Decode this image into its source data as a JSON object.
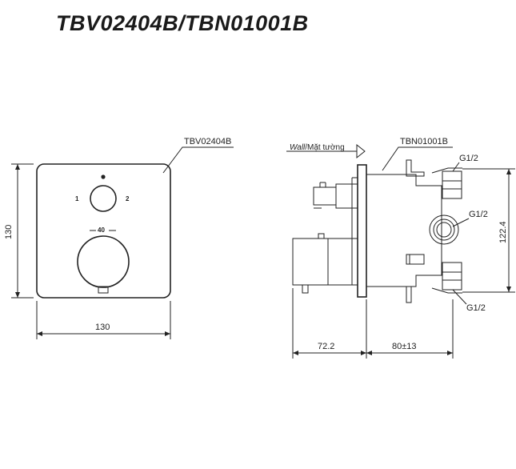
{
  "title": "TBV02404B/TBN01001B",
  "front_view": {
    "part_label": "TBV02404B",
    "width_dim": "130",
    "height_dim": "130",
    "knob_mark_1": "1",
    "knob_mark_2": "2",
    "knob_mark_temp": "40"
  },
  "side_view": {
    "wall_label_italic": "Wall",
    "wall_label_rest": "/Mặt tường",
    "part_label": "TBN01001B",
    "port_top": "G1/2",
    "port_mid": "G1/2",
    "port_bottom": "G1/2",
    "height_dim": "122.4",
    "dim_left": "72.2",
    "dim_right": "80±13"
  },
  "colors": {
    "line": "#222222",
    "background": "#ffffff",
    "title": "#1a1a1a"
  }
}
